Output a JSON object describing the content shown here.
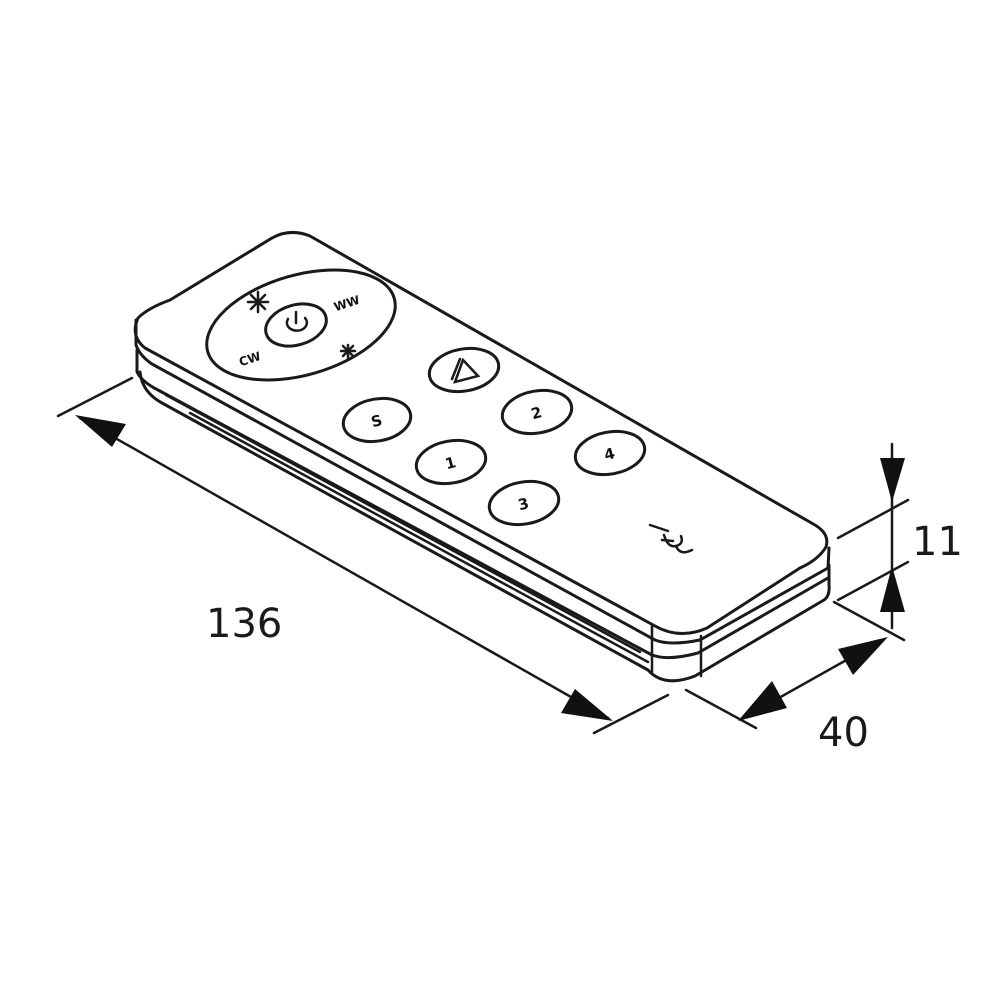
{
  "dimensions": {
    "length": "136",
    "width": "40",
    "height": "11"
  },
  "remote": {
    "dial": {
      "power_icon": "power-icon",
      "cw_label": "CW",
      "ww_label": "WW",
      "bright_icon": "sun-large-icon",
      "dim_icon": "sun-small-icon"
    },
    "buttons": {
      "play": "play-triangle-icon",
      "s": "S",
      "b1": "1",
      "b2": "2",
      "b3": "3",
      "b4": "4"
    },
    "logo_icon": "signal-logo-icon"
  },
  "colors": {
    "line": "#1a1a1a",
    "background": "#ffffff"
  }
}
